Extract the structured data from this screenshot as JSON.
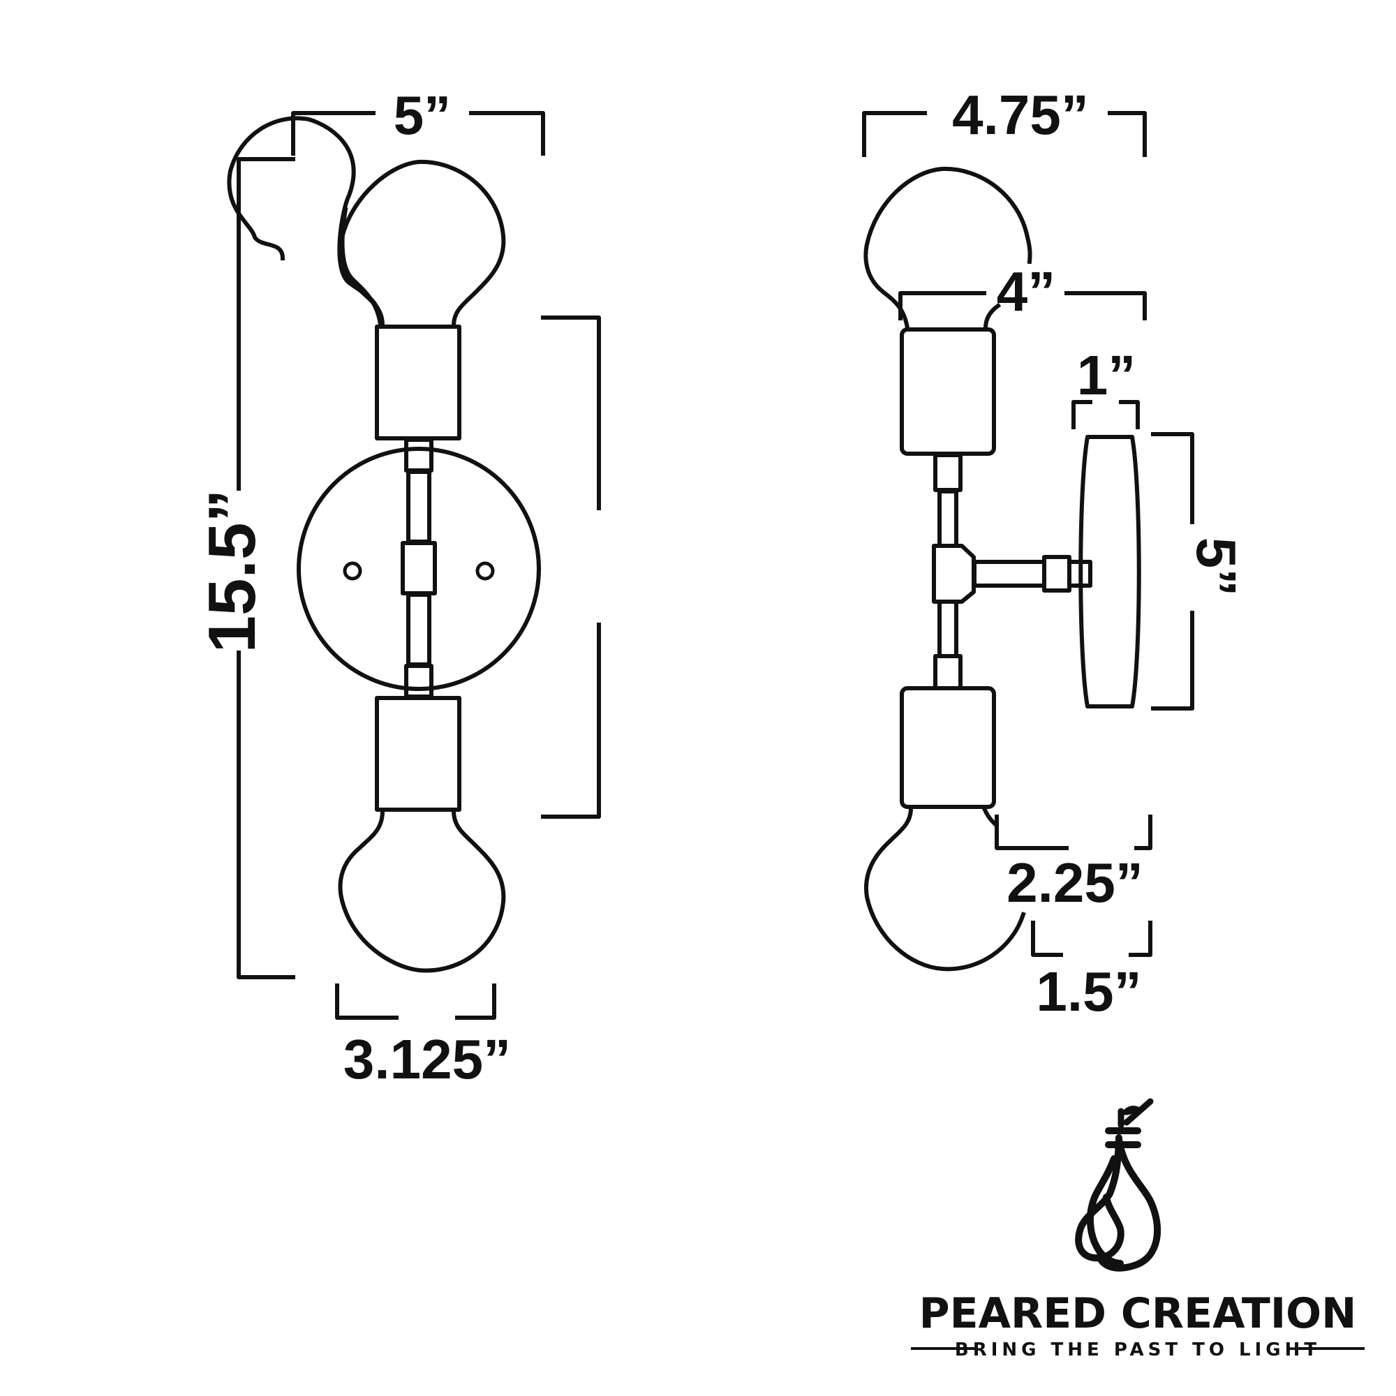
{
  "front_view": {
    "width": "5”",
    "height": "15.5”",
    "base": "3.125”"
  },
  "side_view": {
    "width": "4.75”",
    "arm_width": "4”",
    "plate_depth": "1”",
    "plate_height": "5”",
    "extension": "2.25”",
    "offset": "1.5”"
  },
  "brand": {
    "name": "PEARED CREATION",
    "tagline": "BRING THE PAST TO LIGHT"
  }
}
